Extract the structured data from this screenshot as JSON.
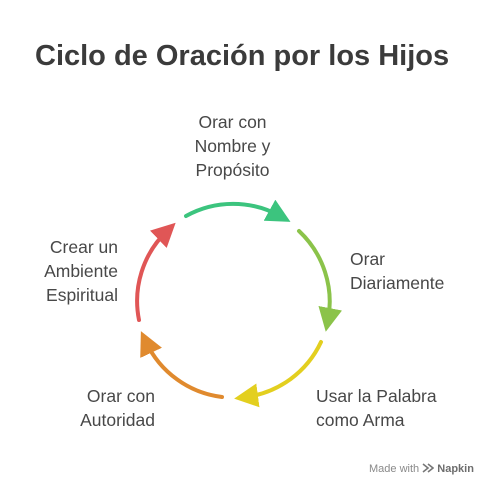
{
  "title": "Ciclo de Oración por los Hijos",
  "steps": [
    {
      "lines": [
        "Orar con",
        "Nombre y",
        "Propósito"
      ],
      "color": "#3cc47e"
    },
    {
      "lines": [
        "Orar",
        "Diariamente"
      ],
      "color": "#8bc34a"
    },
    {
      "lines": [
        "Usar la Palabra",
        "como Arma"
      ],
      "color": "#e3cf1f"
    },
    {
      "lines": [
        "Orar con",
        "Autoridad"
      ],
      "color": "#e08a2e"
    },
    {
      "lines": [
        "Crear un",
        "Ambiente",
        "Espiritual"
      ],
      "color": "#e05656"
    }
  ],
  "watermark": {
    "prefix": "Made with",
    "brand": "Napkin"
  }
}
